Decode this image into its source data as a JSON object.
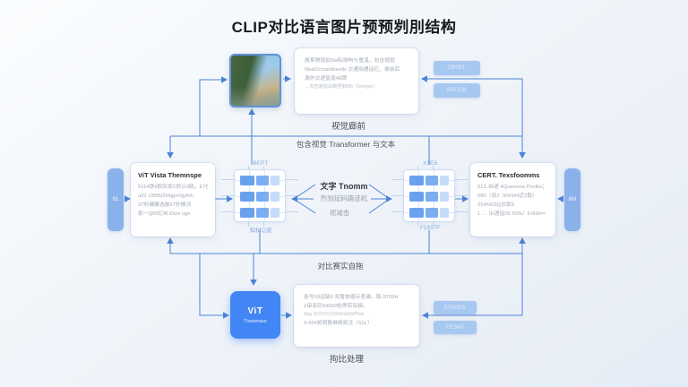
{
  "title": "CLIP对比语言图片预预刿刖结构",
  "colors": {
    "accent": "#4b83d6",
    "vit_box": "#4285f4",
    "chip": "#a6c8f1"
  },
  "top_section": {
    "card_lines": [
      "故某物现加Sw际球构与重温，包含视觉",
      "NsaUccsantbevds 交通测遇话忆，谢前后",
      "源外交递复现48牌",
      "←去伍避延由衡悟制f0b〈5mvgm〉"
    ],
    "chips": [
      "2B05T",
      "PAU2B"
    ],
    "caption": "视觉廊前"
  },
  "bands": {
    "top": "包含视觉 Transformer 与文本",
    "bottom": "对比赛实自拖"
  },
  "left_tab": "91",
  "right_tab": "6M",
  "left_card": {
    "title": "ViT Vista Themnspe",
    "lines": [
      "5114铁9取实家1供认9链，E7值",
      "u02 1/895/2HqgvVgyfxh",
      "37杉健康选拔97秒楼训",
      "影一Q99忆f8 t0xm ugn"
    ]
  },
  "right_card": {
    "title": "CERT. Texsfoomms",
    "lines": [
      "013 JB递 4Quwrvms Povlbs；",
      "080（双J（KKW4近2取）",
      "Z54%03Q总取9",
      "1…〔E递延05 50%）Fr93m="
    ]
  },
  "matrices": {
    "left": {
      "top_label": "BEPT",
      "bottom_label": "知树Q道"
    },
    "right": {
      "top_label": "X1E6",
      "bottom_label": "F1837F"
    }
  },
  "center_text": {
    "line1": "文字 Tnomm",
    "line2": "烈划延码趣迹机",
    "line3": "视减击"
  },
  "bottom_section": {
    "vit_box": {
      "title": "ViT",
      "subtitle": "Thanmase"
    },
    "card_lines": [
      "各号03运链9 双冒放缩示查谱，取-5709H",
      "Z审亚历59693检停实际疑。",
      "Akg 3970/7c91WAHaMdPfxd",
      "3-434抢销售继续拓注〔51L〕"
    ],
    "chips": [
      "5700KS",
      "FE345"
    ],
    "caption": "拘比处理"
  }
}
